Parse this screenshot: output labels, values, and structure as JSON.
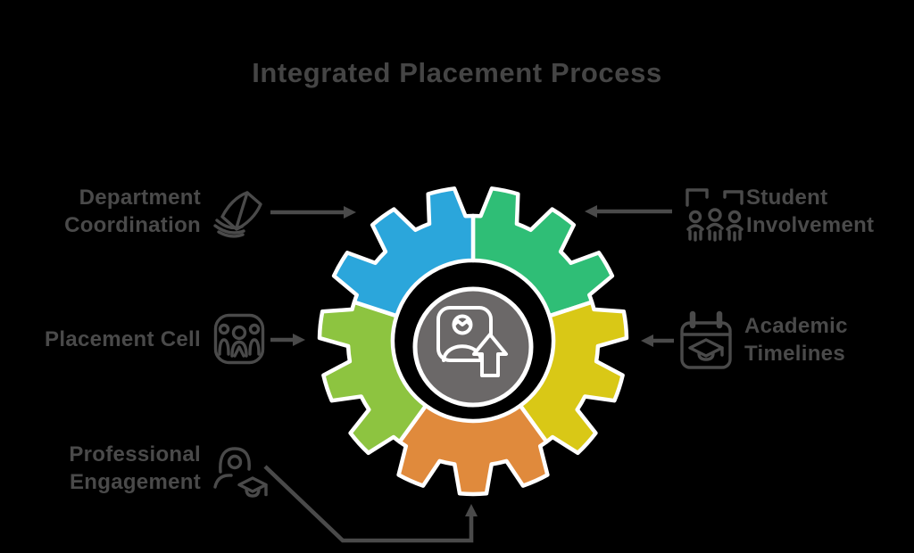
{
  "title": "Integrated Placement Process",
  "colors": {
    "background": "#000000",
    "text": "#4A4A4A",
    "title": "#454545",
    "arrow": "#4A4A4A"
  },
  "gear": {
    "center_icon": "candidate-upload-icon",
    "hub_color": "#6B6868",
    "outline_color": "#FFFFFF",
    "segments": [
      {
        "id": "gear-segment-top-right",
        "color": "#2FBE76"
      },
      {
        "id": "gear-segment-right",
        "color": "#D9C816"
      },
      {
        "id": "gear-segment-bottom",
        "color": "#E08A3C"
      },
      {
        "id": "gear-segment-left",
        "color": "#8DC440"
      },
      {
        "id": "gear-segment-top-left",
        "color": "#2BA6DB"
      }
    ]
  },
  "nodes": [
    {
      "id": "department-coordination",
      "label_lines": [
        "Department",
        "Coordination"
      ],
      "icon": "papers-fan-icon",
      "side": "left"
    },
    {
      "id": "student-involvement",
      "label_lines": [
        "Student",
        "Involvement"
      ],
      "icon": "team-meeting-icon",
      "side": "right"
    },
    {
      "id": "placement-cell",
      "label_lines": [
        "Placement Cell"
      ],
      "icon": "people-badge-icon",
      "side": "left"
    },
    {
      "id": "academic-timelines",
      "label_lines": [
        "Academic",
        "Timelines"
      ],
      "icon": "calendar-graduation-icon",
      "side": "right"
    },
    {
      "id": "professional-engagement",
      "label_lines": [
        "Professional",
        "Engagement"
      ],
      "icon": "graduate-person-icon",
      "side": "left"
    }
  ]
}
